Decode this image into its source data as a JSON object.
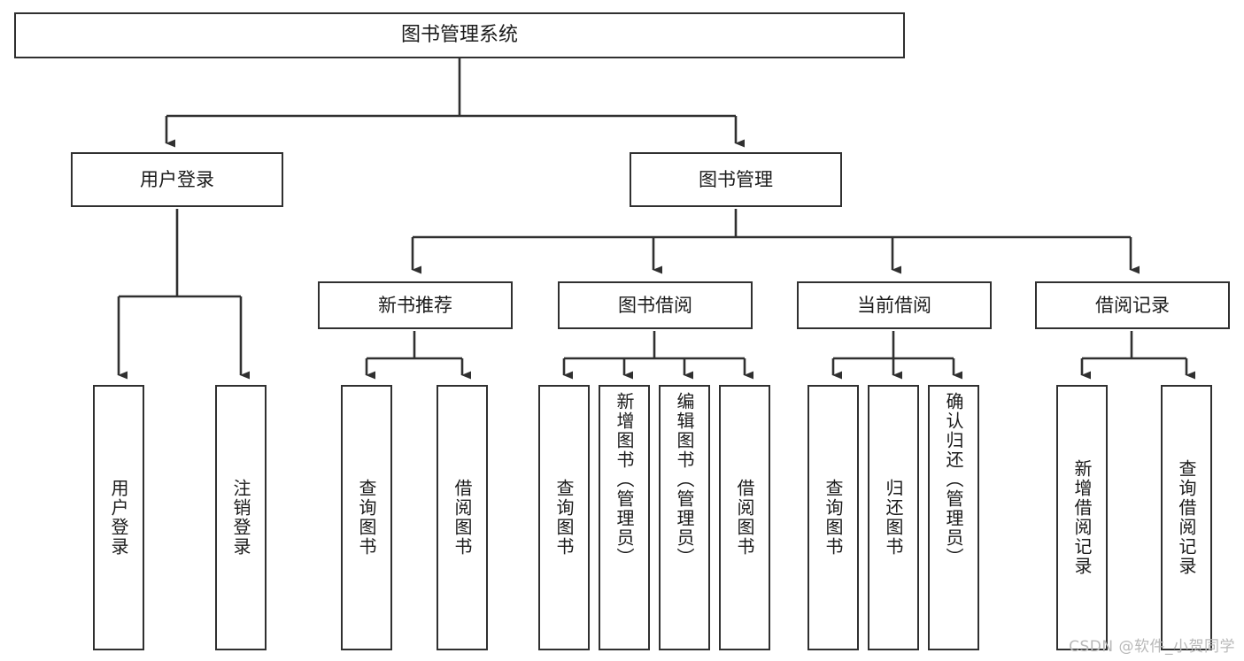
{
  "diagram": {
    "title": "图书管理系统",
    "watermark": "CSDN @软件_小贺同学",
    "colors": {
      "box_border": "#303030",
      "box_fill": "#ffffff",
      "edge": "#303030",
      "text": "#1b1b1b",
      "watermark": "#b9b9b9",
      "background": "#ffffff"
    },
    "root": {
      "label": "图书管理系统"
    },
    "level2": [
      {
        "label": "用户登录"
      },
      {
        "label": "图书管理"
      }
    ],
    "level3": [
      {
        "label": "新书推荐"
      },
      {
        "label": "图书借阅"
      },
      {
        "label": "当前借阅"
      },
      {
        "label": "借阅记录"
      }
    ],
    "leaves": {
      "user_login": [
        {
          "label": "用户登录"
        },
        {
          "label": "注销登录"
        }
      ],
      "new_book_recommend": [
        {
          "label": "查询图书"
        },
        {
          "label": "借阅图书"
        }
      ],
      "book_borrow": [
        {
          "label": "查询图书"
        },
        {
          "label": "新增图书（管理员）"
        },
        {
          "label": "编辑图书（管理员）"
        },
        {
          "label": "借阅图书"
        }
      ],
      "current_borrow": [
        {
          "label": "查询图书"
        },
        {
          "label": "归还图书"
        },
        {
          "label": "确认归还（管理员）"
        }
      ],
      "borrow_record": [
        {
          "label": "新增借阅记录"
        },
        {
          "label": "查询借阅记录"
        }
      ]
    }
  }
}
